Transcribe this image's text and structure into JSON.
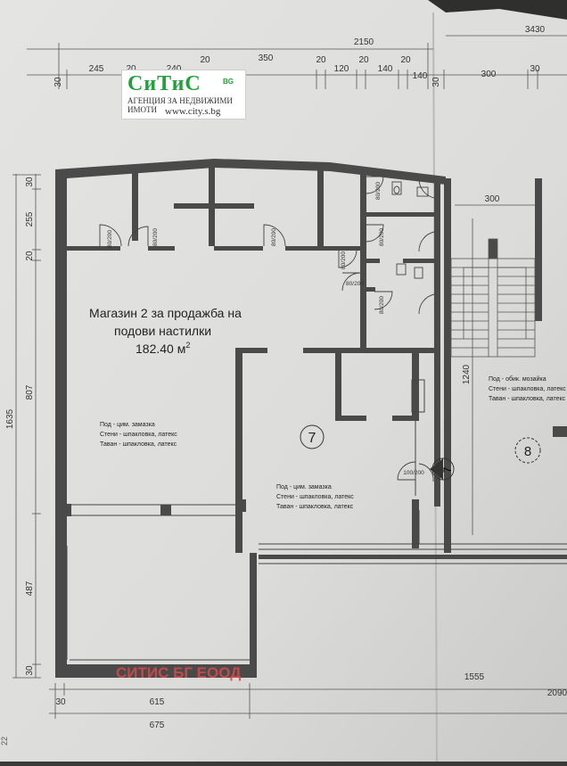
{
  "logo": {
    "name": "СиТиС",
    "suffix": "BG",
    "subtitle": "АГЕНЦИЯ ЗА НЕДВИЖИМИ ИМОТИ",
    "url": "www.city.s.bg"
  },
  "watermark": "СИТИС БГ ЕООД",
  "room_main": {
    "title_line1": "Магазин 2 за продажба на",
    "title_line2": "подови настилки",
    "area": "182.40 м",
    "area_sup": "2",
    "finish_floor": "Под - цим. замазка",
    "finish_walls": "Стени - шпакловка, латекс",
    "finish_ceiling": "Таван - шпакловка, латекс"
  },
  "room_7": {
    "number": "7",
    "finish_floor": "Под - цим. замазка",
    "finish_walls": "Стени - шпакловка, латекс",
    "finish_ceiling": "Таван - шпакловка, латекс"
  },
  "room_8": {
    "number": "8",
    "finish_floor": "Под - обик. мозайка",
    "finish_walls": "Стени - шпакловка, латекс",
    "finish_ceiling": "Таван - шпакловка, латекс"
  },
  "entrance_label": "7",
  "dims_top_total": "2150",
  "dims_top_right": "3430",
  "dims_top": [
    "30",
    "245",
    "20",
    "240",
    "20",
    "350",
    "20",
    "120",
    "20",
    "140",
    "20",
    "140",
    "30",
    "300",
    "30"
  ],
  "dims_left": [
    "30",
    "255",
    "20",
    "807",
    "1635",
    "487",
    "30"
  ],
  "dims_bottom": [
    "30",
    "615",
    "675",
    "1555",
    "2090"
  ],
  "dims_inner": [
    "300",
    "1240"
  ],
  "doors": [
    "80/200",
    "80/200",
    "80/200",
    "80/200",
    "80/200",
    "80/200",
    "80/200",
    "80/200",
    "100/200"
  ],
  "page_number": "22"
}
